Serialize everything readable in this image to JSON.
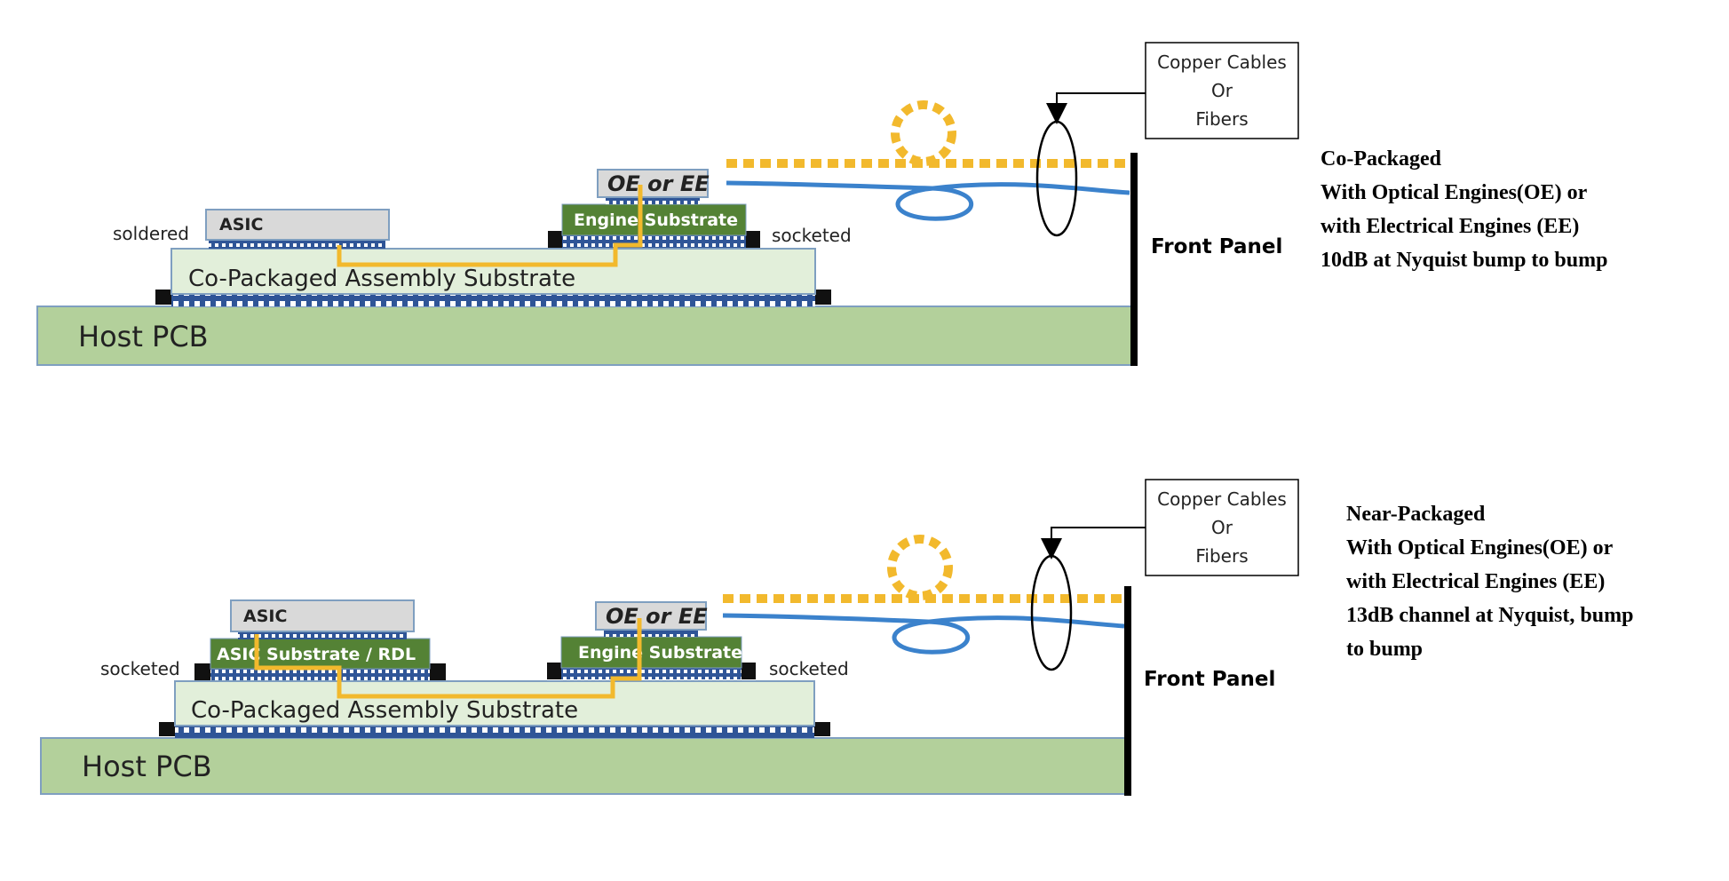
{
  "colors": {
    "pcb": "#b3d09b",
    "pcb_border": "#7f9fc0",
    "assembly": "#e2efda",
    "engine": "#548235",
    "chip": "#d9d9d9",
    "bump": "#2f5597",
    "trace": "#f2b92d",
    "cable": "#3b82cc",
    "panel": "#000000"
  },
  "top": {
    "host_pcb": "Host PCB",
    "assembly_substrate": "Co-Packaged Assembly Substrate",
    "asic": "ASIC",
    "engine_substrate": "Engine Substrate",
    "oe_ee": "OE or EE",
    "left_attach": "soldered",
    "right_attach": "socketed",
    "front_panel": "Front Panel",
    "callout": [
      "Copper Cables",
      "Or",
      "Fibers"
    ],
    "description": [
      "Co-Packaged",
      "With Optical Engines(OE) or",
      "with Electrical Engines (EE)",
      "10dB at Nyquist bump to bump"
    ]
  },
  "bottom": {
    "host_pcb": "Host PCB",
    "assembly_substrate": "Co-Packaged Assembly Substrate",
    "asic": "ASIC",
    "asic_substrate": "ASIC Substrate / RDL",
    "engine_substrate": "Engine Substrate",
    "oe_ee": "OE or EE",
    "left_attach": "socketed",
    "right_attach": "socketed",
    "front_panel": "Front Panel",
    "callout": [
      "Copper Cables",
      "Or",
      "Fibers"
    ],
    "description": [
      "Near-Packaged",
      "With Optical Engines(OE) or",
      "with Electrical Engines (EE)",
      "13dB channel at Nyquist, bump",
      "to bump"
    ]
  }
}
